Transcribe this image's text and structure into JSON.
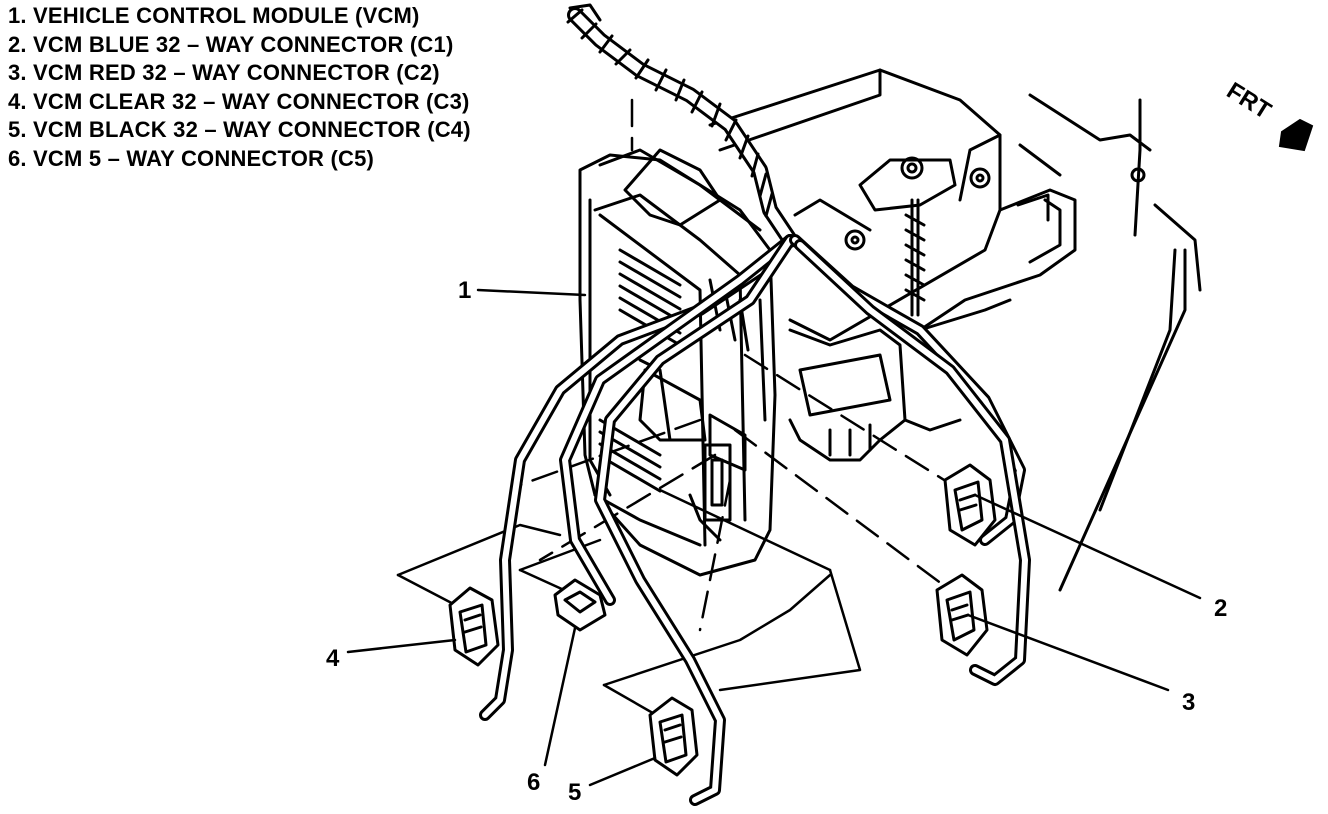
{
  "legend": [
    "1. VEHICLE CONTROL MODULE (VCM)",
    "2. VCM BLUE 32 – WAY CONNECTOR (C1)",
    "3. VCM RED 32 – WAY CONNECTOR (C2)",
    "4. VCM CLEAR 32 – WAY CONNECTOR (C3)",
    "5. VCM BLACK 32 – WAY CONNECTOR (C4)",
    "6. VCM 5 – WAY CONNECTOR (C5)"
  ],
  "callouts": [
    "1",
    "2",
    "3",
    "4",
    "5",
    "6"
  ],
  "front_label": "FRT",
  "colors": {
    "ink": "#000000",
    "paper": "#ffffff"
  }
}
